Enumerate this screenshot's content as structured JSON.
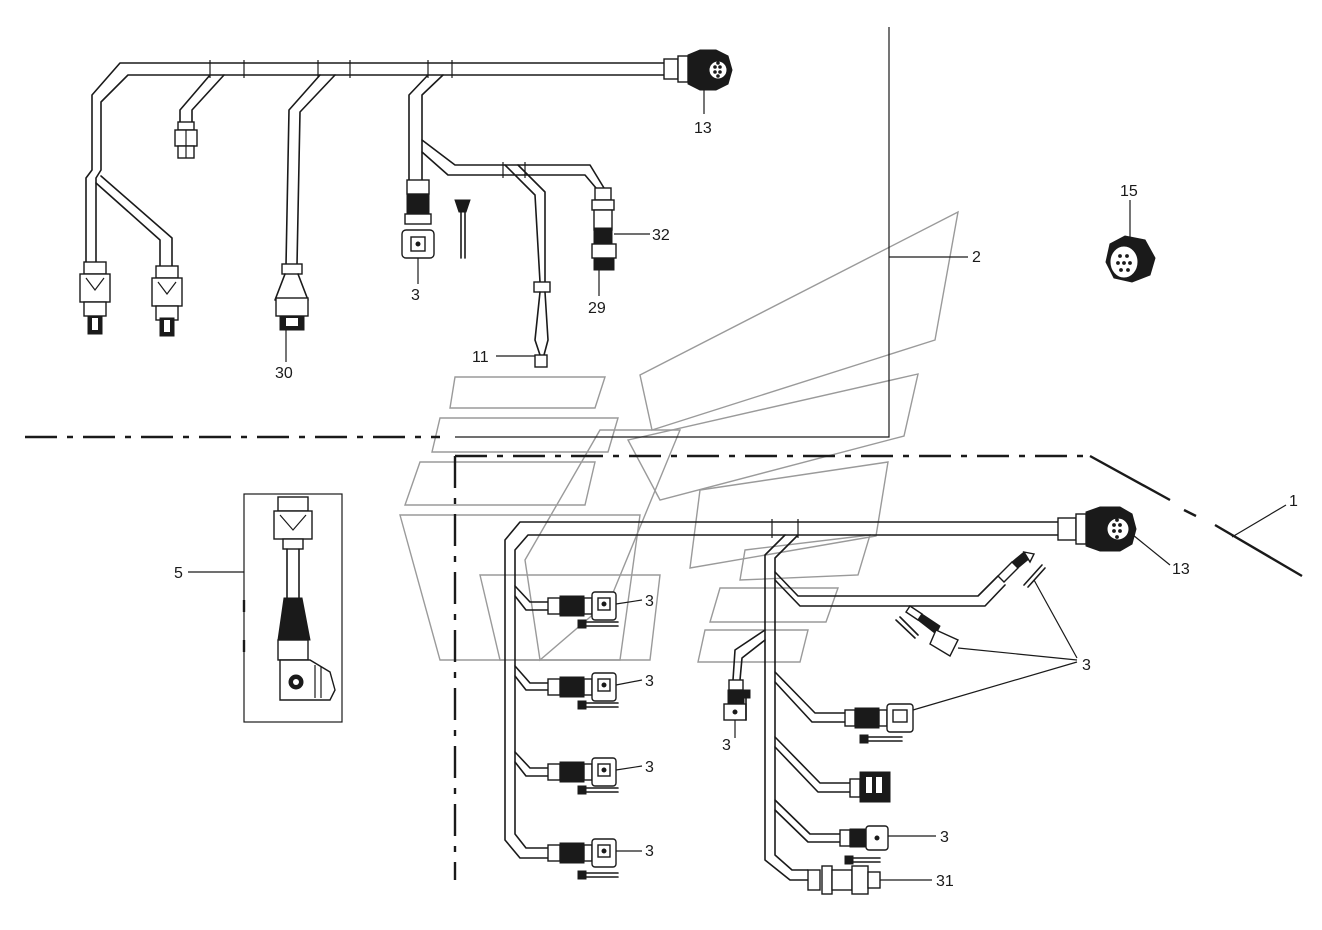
{
  "callouts": {
    "c13_top": "13",
    "c15": "15",
    "c2": "2",
    "c32": "32",
    "c3_top": "3",
    "c29": "29",
    "c30": "30",
    "c11": "11",
    "c1": "1",
    "c5": "5",
    "c13_bottom": "13",
    "c3_a": "3",
    "c3_b": "3",
    "c3_c": "3",
    "c3_d": "3",
    "c3_right": "3",
    "c3_mid": "3",
    "c3_e": "3",
    "c31": "31"
  },
  "colors": {
    "line": "#1a1a1a",
    "watermark": "#9a9a9a",
    "background": "#ffffff"
  }
}
